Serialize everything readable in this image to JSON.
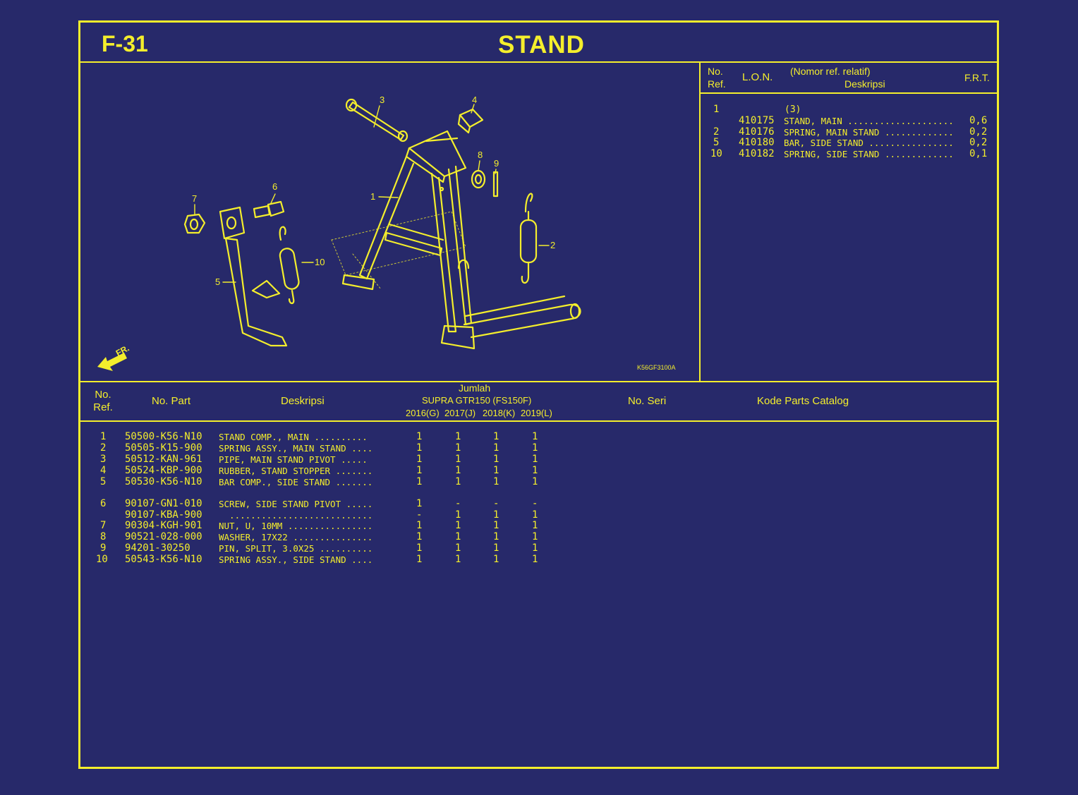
{
  "page": {
    "figure_no": "F-31",
    "title": "STAND",
    "diagram_code": "K56GF3100A",
    "front_marker": "FR."
  },
  "callouts": [
    "1",
    "2",
    "3",
    "4",
    "5",
    "6",
    "7",
    "8",
    "9",
    "10"
  ],
  "lon_table": {
    "headers": {
      "no_ref": "No. Ref.",
      "lon": "L.O.N.",
      "nomor_ref": "(Nomor ref. relatif)",
      "deskripsi": "Deskripsi",
      "frt": "F.R.T."
    },
    "group_ref": "1",
    "group_qty": "(3)",
    "rows": [
      {
        "ref": "",
        "lon": "410175",
        "desc": "STAND, MAIN ....................",
        "frt": "0,6"
      },
      {
        "ref": "2",
        "lon": "410176",
        "desc": "SPRING, MAIN STAND .............",
        "frt": "0,2"
      },
      {
        "ref": "5",
        "lon": "410180",
        "desc": "BAR, SIDE STAND ................",
        "frt": "0,2"
      },
      {
        "ref": "10",
        "lon": "410182",
        "desc": "SPRING, SIDE STAND .............",
        "frt": "0,1"
      }
    ]
  },
  "parts_table": {
    "headers": {
      "no_ref": "No. Ref.",
      "no_part": "No. Part",
      "deskripsi": "Deskripsi",
      "jumlah": "Jumlah",
      "model": "SUPRA GTR150 (FS150F)",
      "years": [
        "2016(G)",
        "2017(J)",
        "2018(K)",
        "2019(L)"
      ],
      "no_seri": "No. Seri",
      "kode": "Kode Parts Catalog"
    },
    "rows": [
      {
        "ref": "1",
        "part": "50500-K56-N10",
        "desc": "STAND COMP., MAIN ..........",
        "qty": [
          "1",
          "1",
          "1",
          "1"
        ]
      },
      {
        "ref": "2",
        "part": "50505-K15-900",
        "desc": "SPRING ASSY., MAIN STAND ....",
        "qty": [
          "1",
          "1",
          "1",
          "1"
        ]
      },
      {
        "ref": "3",
        "part": "50512-KAN-961",
        "desc": "PIPE, MAIN STAND PIVOT .....",
        "qty": [
          "1",
          "1",
          "1",
          "1"
        ]
      },
      {
        "ref": "4",
        "part": "50524-KBP-900",
        "desc": "RUBBER, STAND STOPPER .......",
        "qty": [
          "1",
          "1",
          "1",
          "1"
        ]
      },
      {
        "ref": "5",
        "part": "50530-K56-N10",
        "desc": "BAR COMP., SIDE STAND .......",
        "qty": [
          "1",
          "1",
          "1",
          "1"
        ]
      },
      {
        "ref": "6",
        "part": "90107-GN1-010",
        "desc": "SCREW, SIDE STAND PIVOT .....",
        "qty": [
          "1",
          "-",
          "-",
          "-"
        ]
      },
      {
        "ref": "",
        "part": "90107-KBA-900",
        "desc": "  ...........................",
        "qty": [
          "-",
          "1",
          "1",
          "1"
        ]
      },
      {
        "ref": "7",
        "part": "90304-KGH-901",
        "desc": "NUT, U, 10MM ................",
        "qty": [
          "1",
          "1",
          "1",
          "1"
        ]
      },
      {
        "ref": "8",
        "part": "90521-028-000",
        "desc": "WASHER, 17X22 ...............",
        "qty": [
          "1",
          "1",
          "1",
          "1"
        ]
      },
      {
        "ref": "9",
        "part": "94201-30250",
        "desc": "PIN, SPLIT, 3.0X25 ..........",
        "qty": [
          "1",
          "1",
          "1",
          "1"
        ]
      },
      {
        "ref": "10",
        "part": "50543-K56-N10",
        "desc": "SPRING ASSY., SIDE STAND ....",
        "qty": [
          "1",
          "1",
          "1",
          "1"
        ]
      }
    ]
  },
  "colors": {
    "background": "#27296a",
    "ink": "#f4ee2c"
  }
}
